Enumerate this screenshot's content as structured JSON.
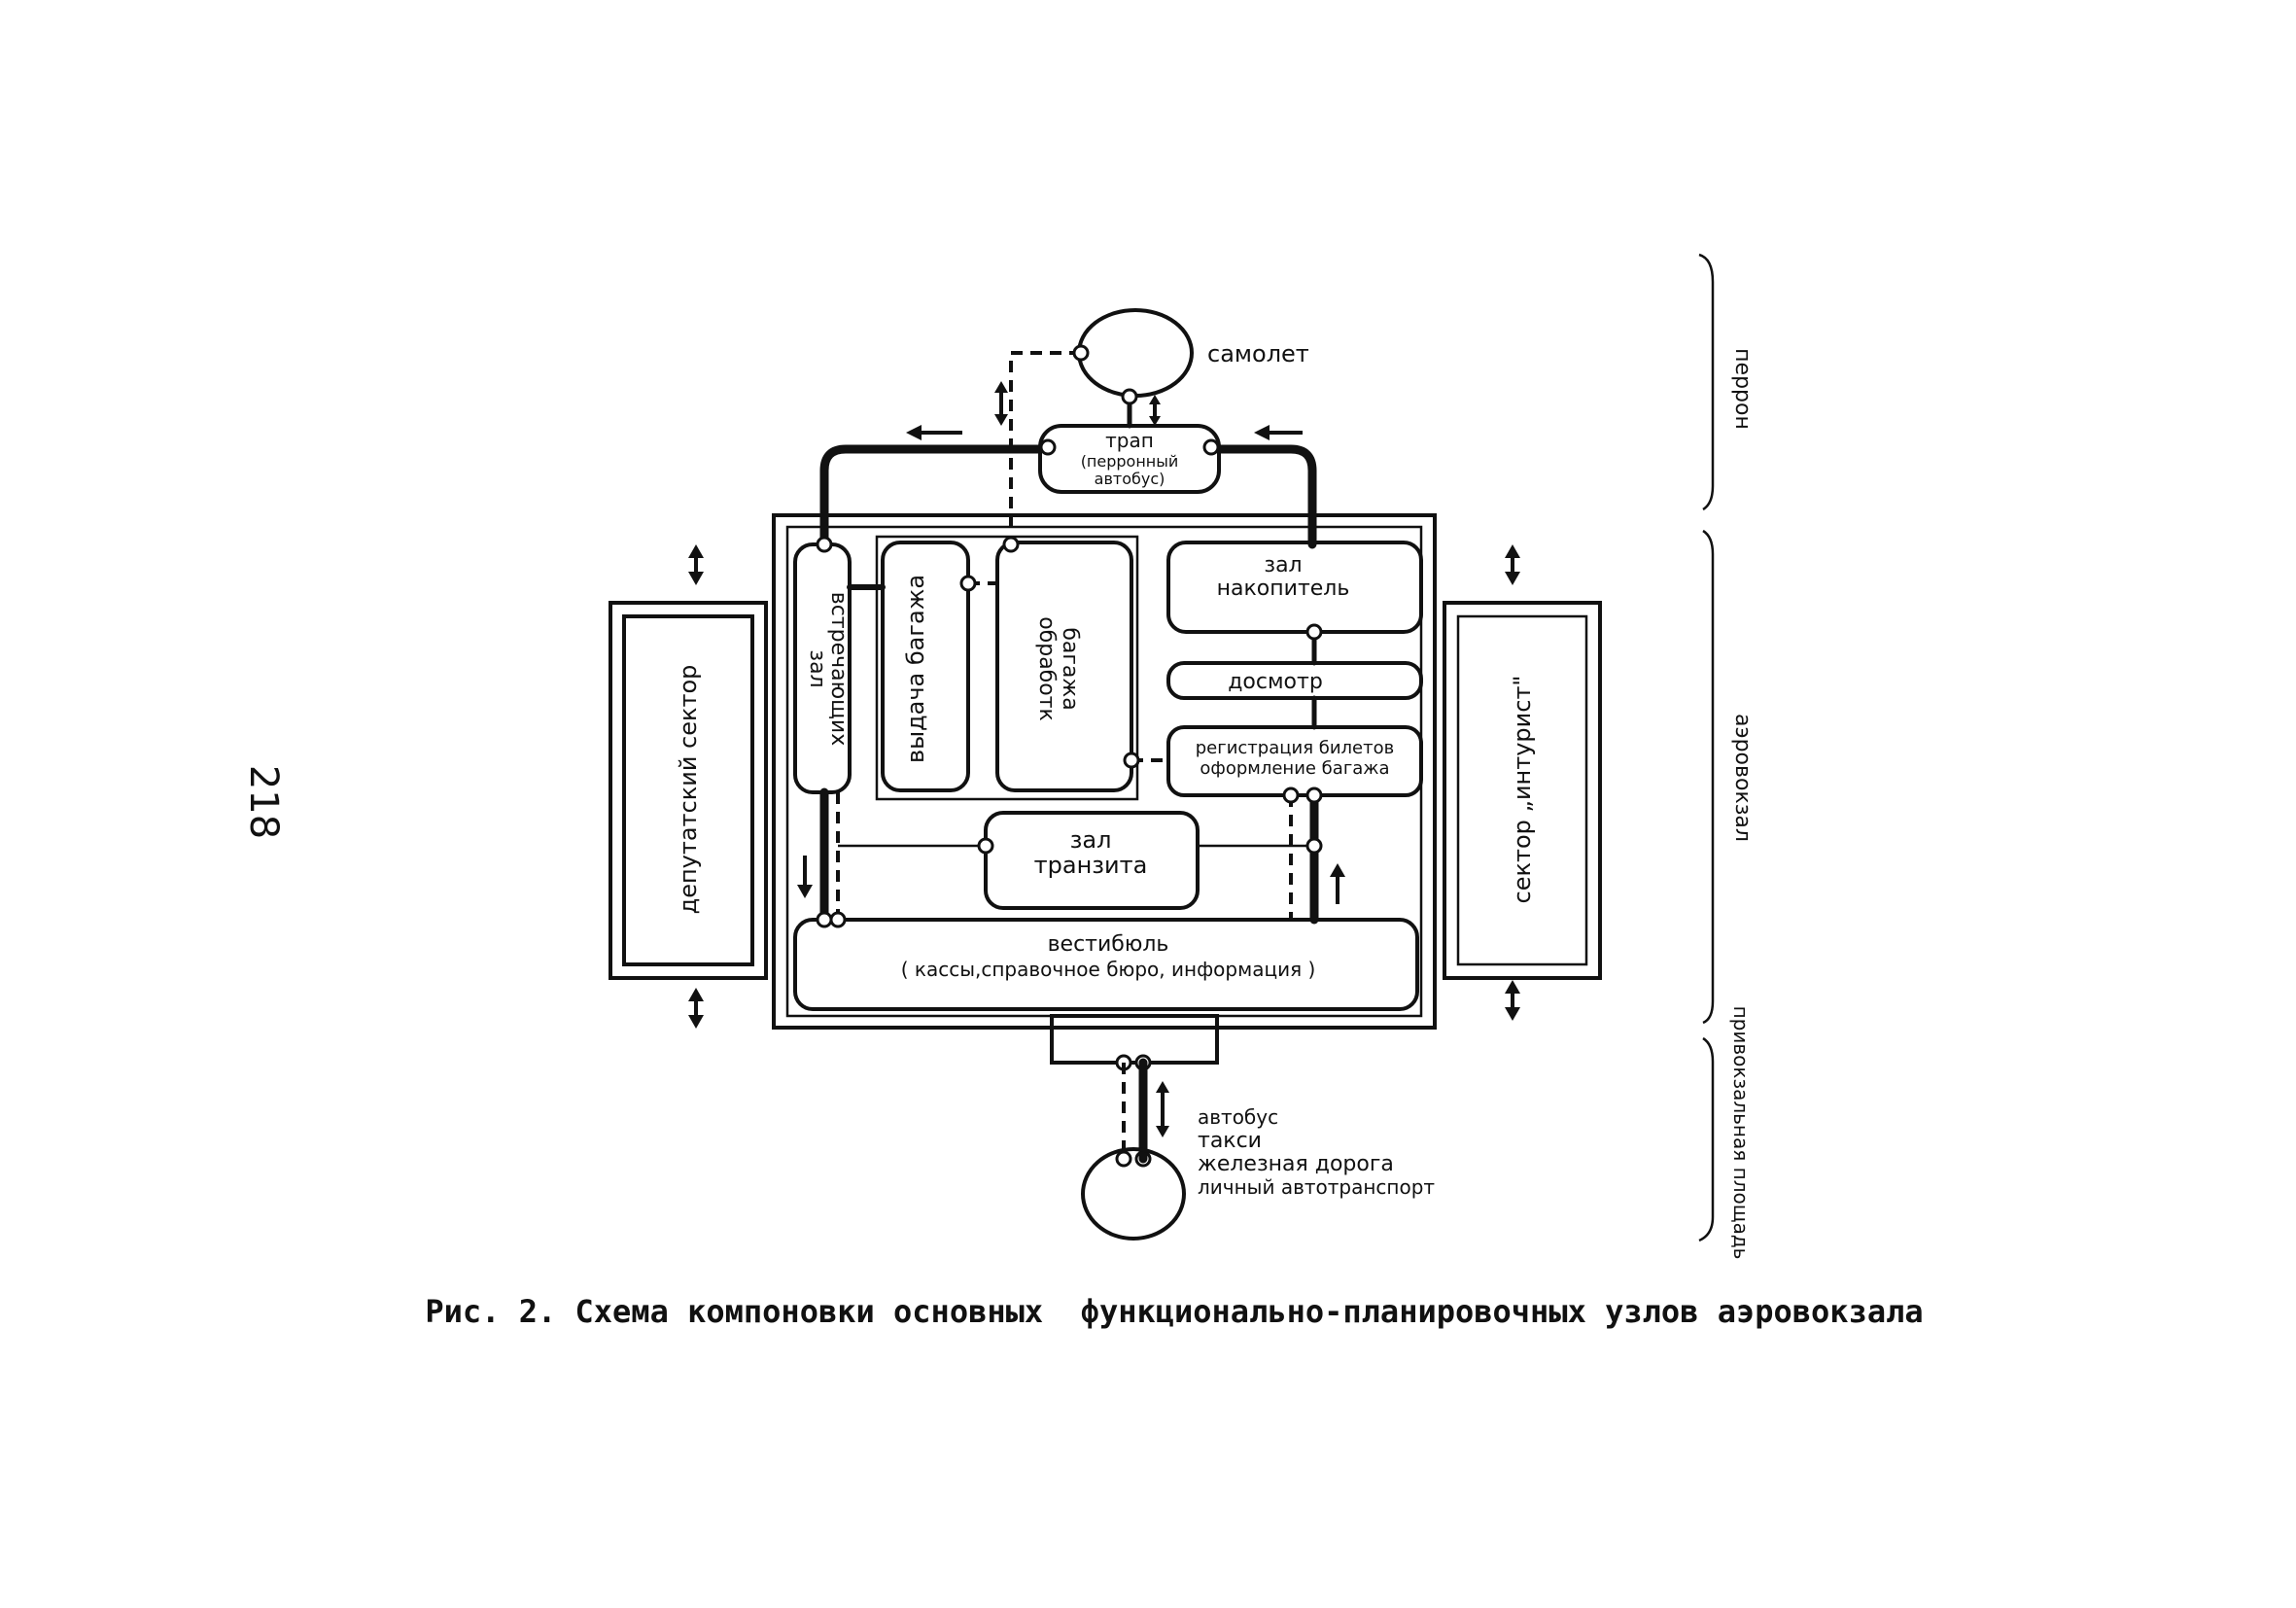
{
  "page_number": "218",
  "caption": "Рис. 2. Схема компоновки основных  функционально-планировочных узлов аэровокзала",
  "zones": {
    "perron": "перрон",
    "terminal": "аэровокзал",
    "forecourt": "привокзальная площадь"
  },
  "nodes": {
    "airplane": "самолет",
    "ramp_line1": "трап",
    "ramp_line2": "(перронный",
    "ramp_line3": "автобус)",
    "arrivals_hall_line1": "зал",
    "arrivals_hall_line2": "встречающих",
    "baggage_claim": "выдача багажа",
    "baggage_handling_line1": "обработк",
    "baggage_handling_line2": "багажа",
    "departure_lounge_line1": "зал",
    "departure_lounge_line2": "накопитель",
    "security_check": "досмотр",
    "checkin_line1": "регистрация билетов",
    "checkin_line2": "оформление багажа",
    "transit_hall_line1": "зал",
    "transit_hall_line2": "транзита",
    "lobby_line1": "вестибюль",
    "lobby_line2": "( кассы,справочное бюро, информация )",
    "deputy_sector": "депутатский сектор",
    "intourist_sector": "сектор „интурист\""
  },
  "ground_transport": {
    "bus": "автобус",
    "taxi": "такси",
    "railway": "железная дорога",
    "private": "личный автотранспорт"
  }
}
